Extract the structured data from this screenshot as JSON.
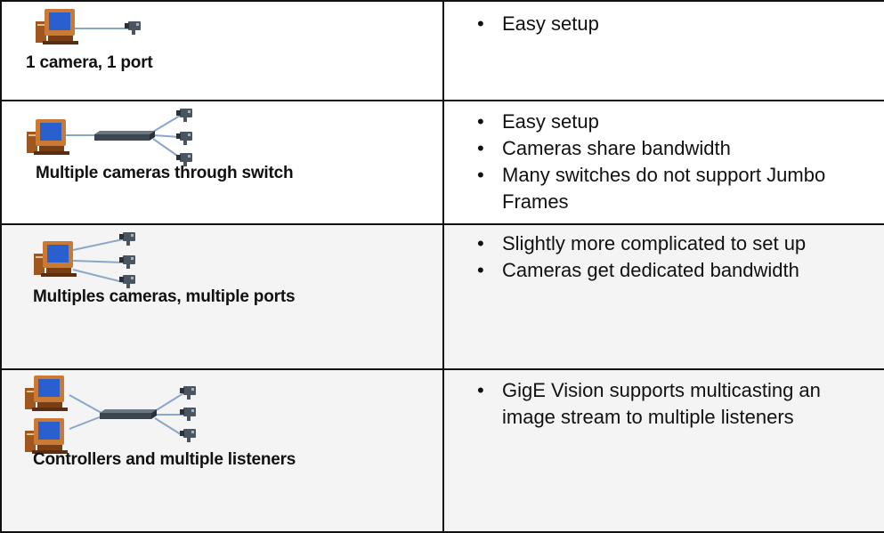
{
  "rows": [
    {
      "label": "1 camera, 1 port",
      "bullets": [
        "Easy setup"
      ]
    },
    {
      "label": "Multiple cameras through switch",
      "bullets": [
        "Easy setup",
        "Cameras share bandwidth",
        "Many switches do not support Jumbo Frames"
      ]
    },
    {
      "label": "Multiples cameras, multiple ports",
      "bullets": [
        "Slightly more complicated to set up",
        "Cameras get dedicated bandwidth"
      ]
    },
    {
      "label": "Controllers and multiple listeners",
      "bullets": [
        "GigE Vision supports multicasting an image stream to multiple listeners"
      ]
    }
  ],
  "icons": {
    "computer": "computer-icon",
    "camera": "camera-icon",
    "switch": "network-switch-icon"
  },
  "colors": {
    "border": "#111111",
    "cable": "#8aa6c8",
    "monitor_case": "#b8682a",
    "screen": "#2a5fd0",
    "camera_body": "#4a5560",
    "switch_body": "#3c4650"
  }
}
